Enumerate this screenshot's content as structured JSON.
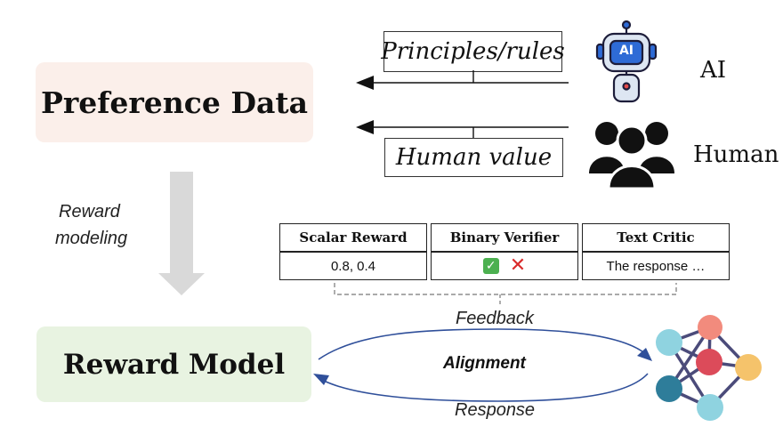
{
  "nodes": {
    "preference_data": "Preference Data",
    "reward_model": "Reward Model"
  },
  "sources": {
    "principles": "Principles/rules",
    "ai": "AI",
    "human_value": "Human value",
    "human": "Human",
    "ai_badge": "AI"
  },
  "labels": {
    "reward_modeling_line1": "Reward",
    "reward_modeling_line2": "modeling",
    "feedback": "Feedback",
    "alignment": "Alignment",
    "response": "Response"
  },
  "feedback_table": {
    "headers": [
      "Scalar Reward",
      "Binary Verifier",
      "Text Critic"
    ],
    "values": [
      "0.8, 0.4",
      "",
      "The response …"
    ]
  },
  "icons": {
    "robot": "robot-icon",
    "people": "people-group-icon",
    "network": "neural-network-icon",
    "check": "check-mark-icon",
    "cross": "cross-mark-icon"
  },
  "colors": {
    "preference_bg": "#fbefea",
    "reward_bg": "#e8f3e1",
    "cycle_arrow": "#2f4f9a"
  }
}
